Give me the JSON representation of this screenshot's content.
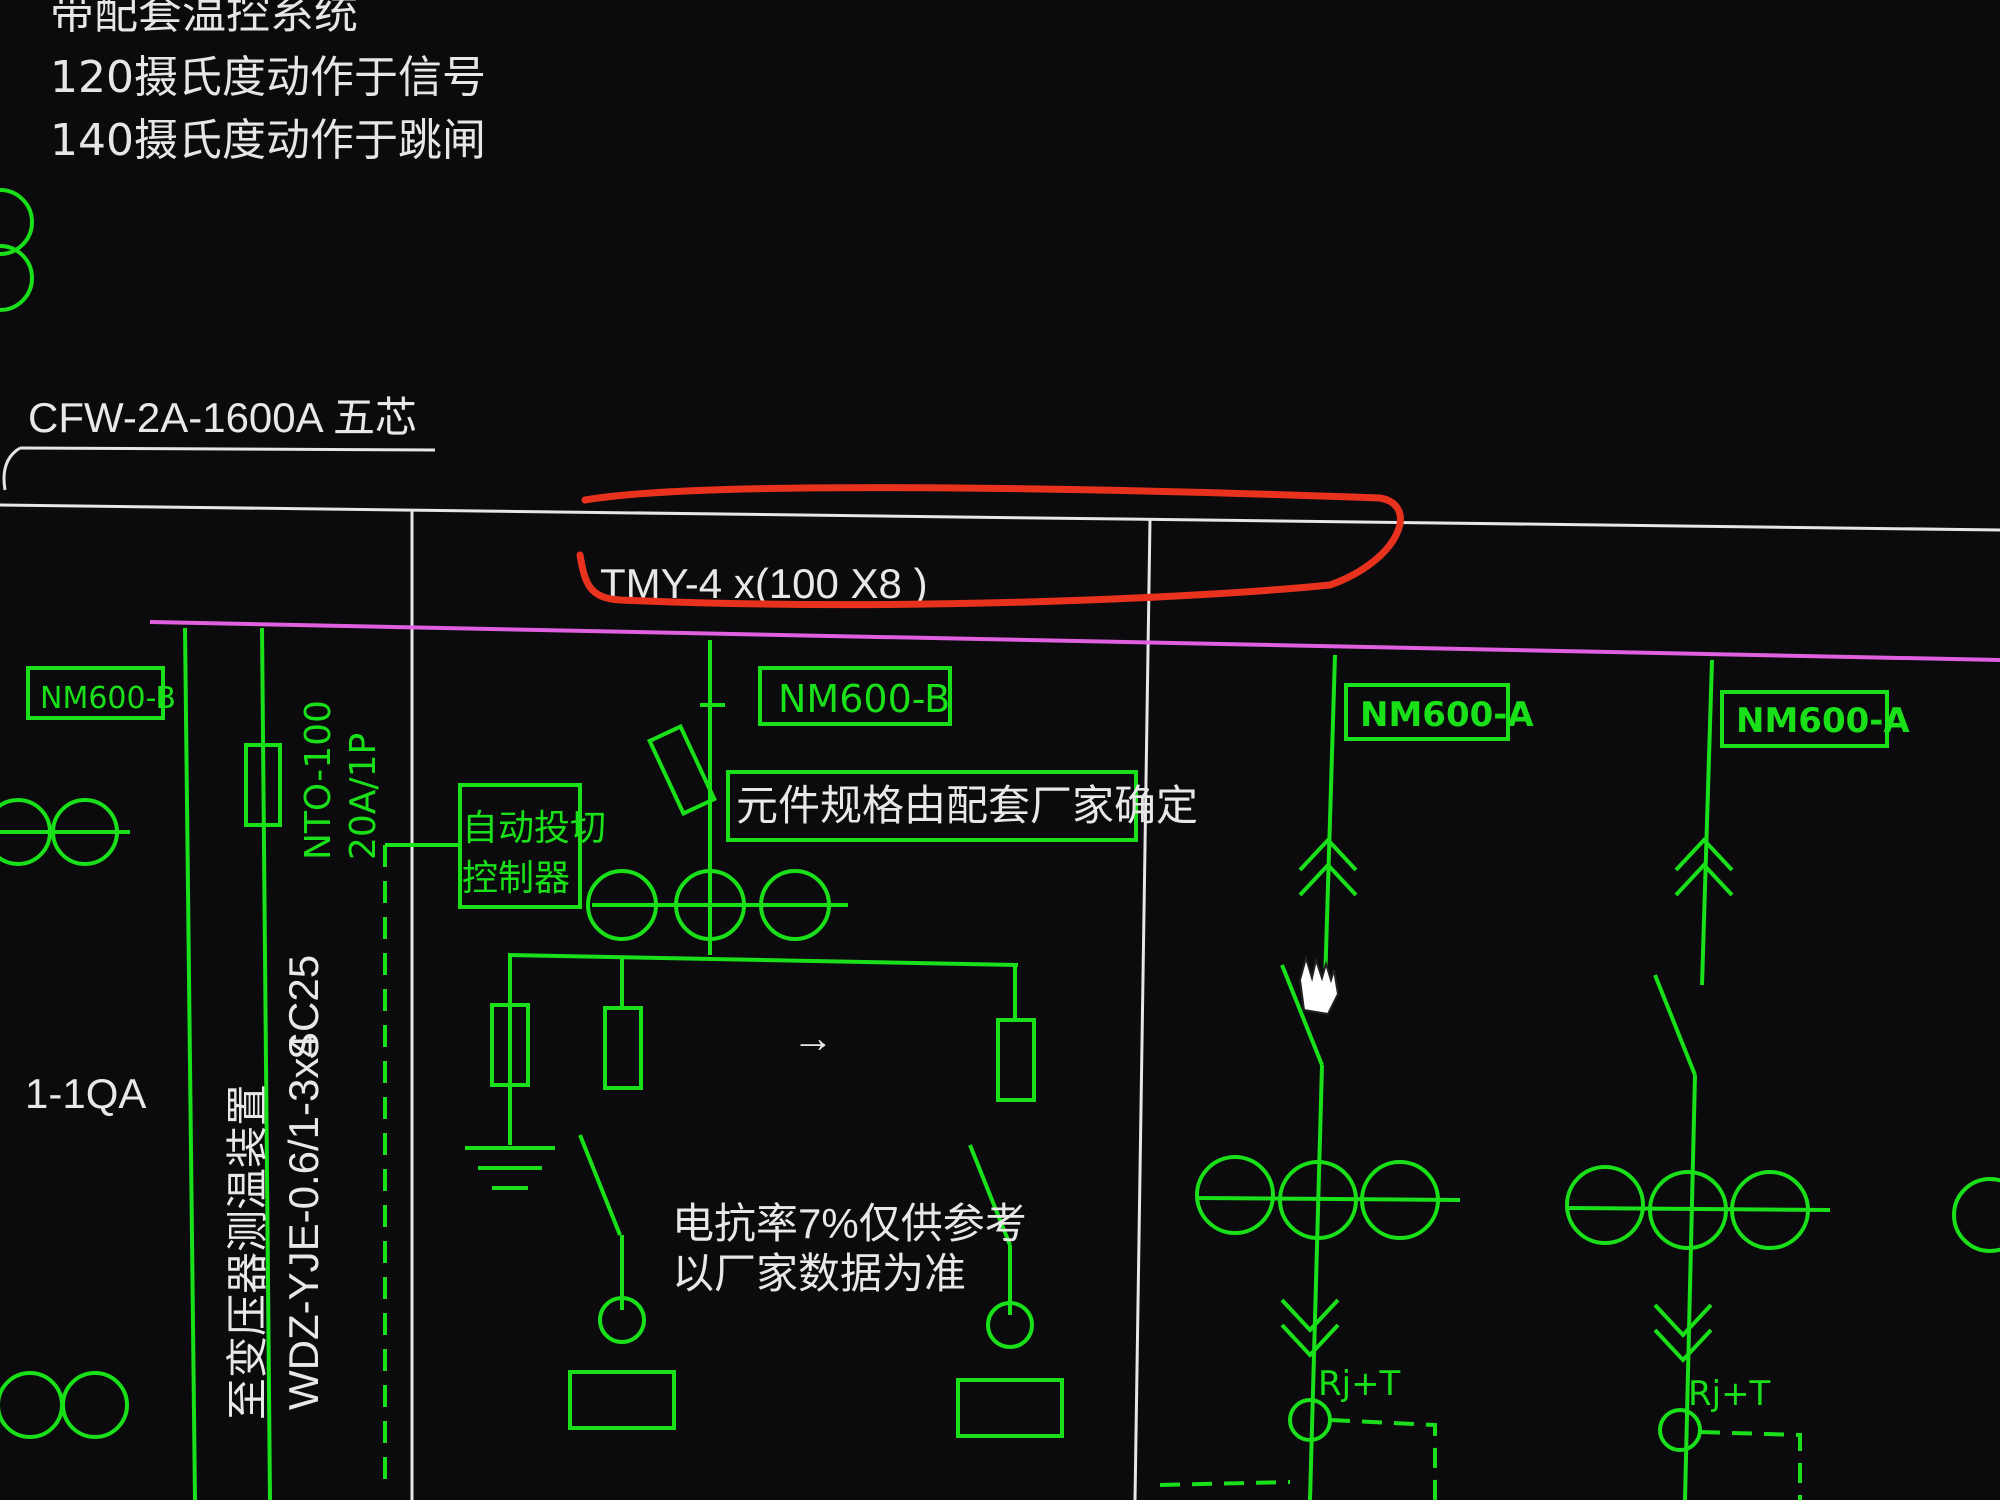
{
  "notes": {
    "line1": "带配套温控系统",
    "line2": "120摄氏度动作于信号",
    "line3": "140摄氏度动作于跳闸"
  },
  "busway_label": "CFW-2A-1600A 五芯",
  "busbar_label": "TMY-4 x(100 X8 )",
  "panels": {
    "left": {
      "breaker": "NM600-B",
      "qa": "1-1QA",
      "fuse": "NTO-100",
      "fuse_rating": "20A/1P",
      "cable": "WDZ-YJE-0.6/1-3x4",
      "conduit": "SC25",
      "destination": "至变压器测温装置"
    },
    "middle": {
      "breaker": "NM600-B",
      "controller_line1": "自动投切",
      "controller_line2": "控制器",
      "spec_note": "元件规格由配套厂家确定",
      "reactor_line1": "电抗率7%仅供参考",
      "reactor_line2": "以厂家数据为准",
      "arrow": "→"
    },
    "right1": {
      "breaker": "NM600-A",
      "meter": "Rj+T"
    },
    "right2": {
      "breaker": "NM600-A",
      "meter": "Rj+T"
    }
  },
  "colors": {
    "background": "#0b0b0d",
    "circuit": "#19e019",
    "busbar_magenta": "#e060e0",
    "annotation_red": "#e8321e",
    "text": "#e6e6e6"
  }
}
